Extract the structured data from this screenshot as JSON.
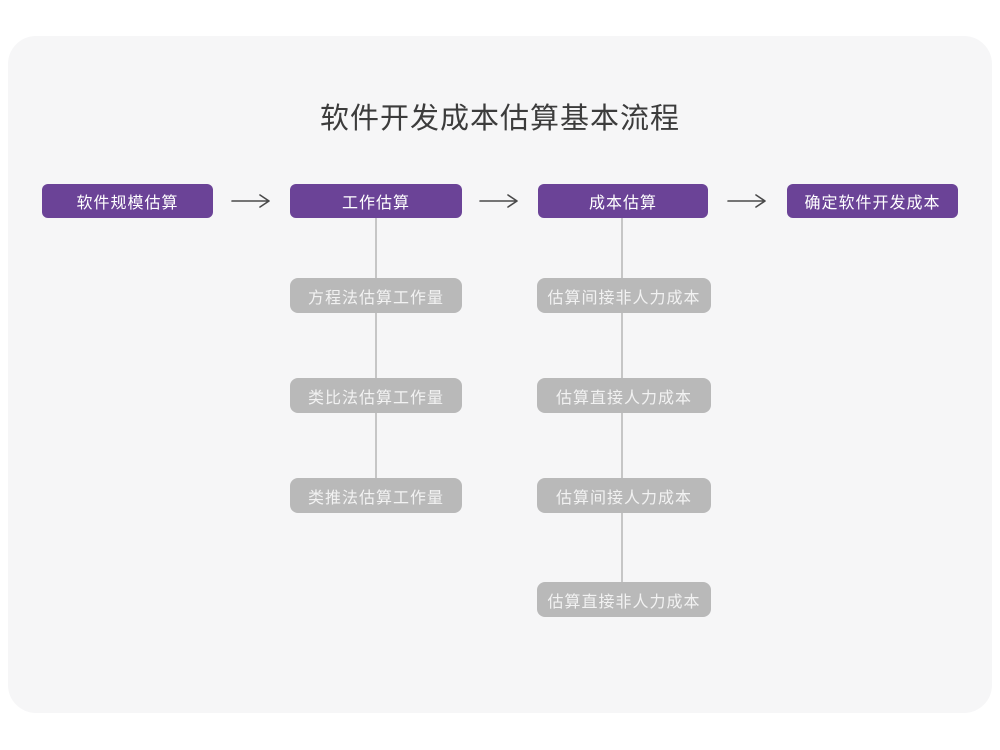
{
  "title": "软件开发成本估算基本流程",
  "flow": {
    "stages": [
      "软件规模估算",
      "工作估算",
      "成本估算",
      "确定软件开发成本"
    ],
    "work_methods": [
      "方程法估算工作量",
      "类比法估算工作量",
      "类推法估算工作量"
    ],
    "cost_steps": [
      "估算间接非人力成本",
      "估算直接人力成本",
      "估算间接人力成本",
      "估算直接非人力成本"
    ]
  },
  "colors": {
    "stage_node_bg": "#6b4397",
    "stage_node_text": "#ffffff",
    "method_node_bg": "#b9b9b9",
    "method_node_text": "#f2f2f2",
    "card_bg": "#f6f6f7",
    "page_bg": "#ffffff",
    "arrow": "#4a4a4a",
    "connector_line": "#c6c6c6",
    "title_text": "#3c3c3c"
  }
}
